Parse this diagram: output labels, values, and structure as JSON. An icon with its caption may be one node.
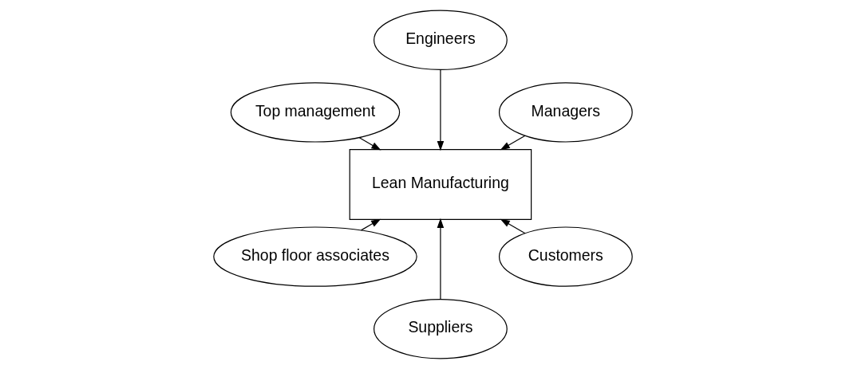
{
  "diagram": {
    "nodes": [
      {
        "text": [
          "Managers"
        ]
      },
      {
        "text": [
          "Engineers"
        ]
      },
      {
        "text": [
          "Top management"
        ]
      },
      {
        "text": [
          "Lean Manufacturing"
        ]
      },
      {
        "text": [
          "Shop floor associates"
        ]
      },
      {
        "text": [
          "Suppliers"
        ]
      },
      {
        "text": [
          "Customers"
        ]
      }
    ],
    "edges": [
      {
        "from": 0,
        "to": 3,
        "arrow": "to"
      },
      {
        "from": 1,
        "to": 3,
        "arrow": "to"
      },
      {
        "from": 2,
        "to": 3,
        "arrow": "to"
      },
      {
        "from": 4,
        "to": 3,
        "arrow": "to"
      },
      {
        "from": 5,
        "to": 3,
        "arrow": "to"
      },
      {
        "from": 6,
        "to": 3,
        "arrow": "to"
      }
    ]
  }
}
